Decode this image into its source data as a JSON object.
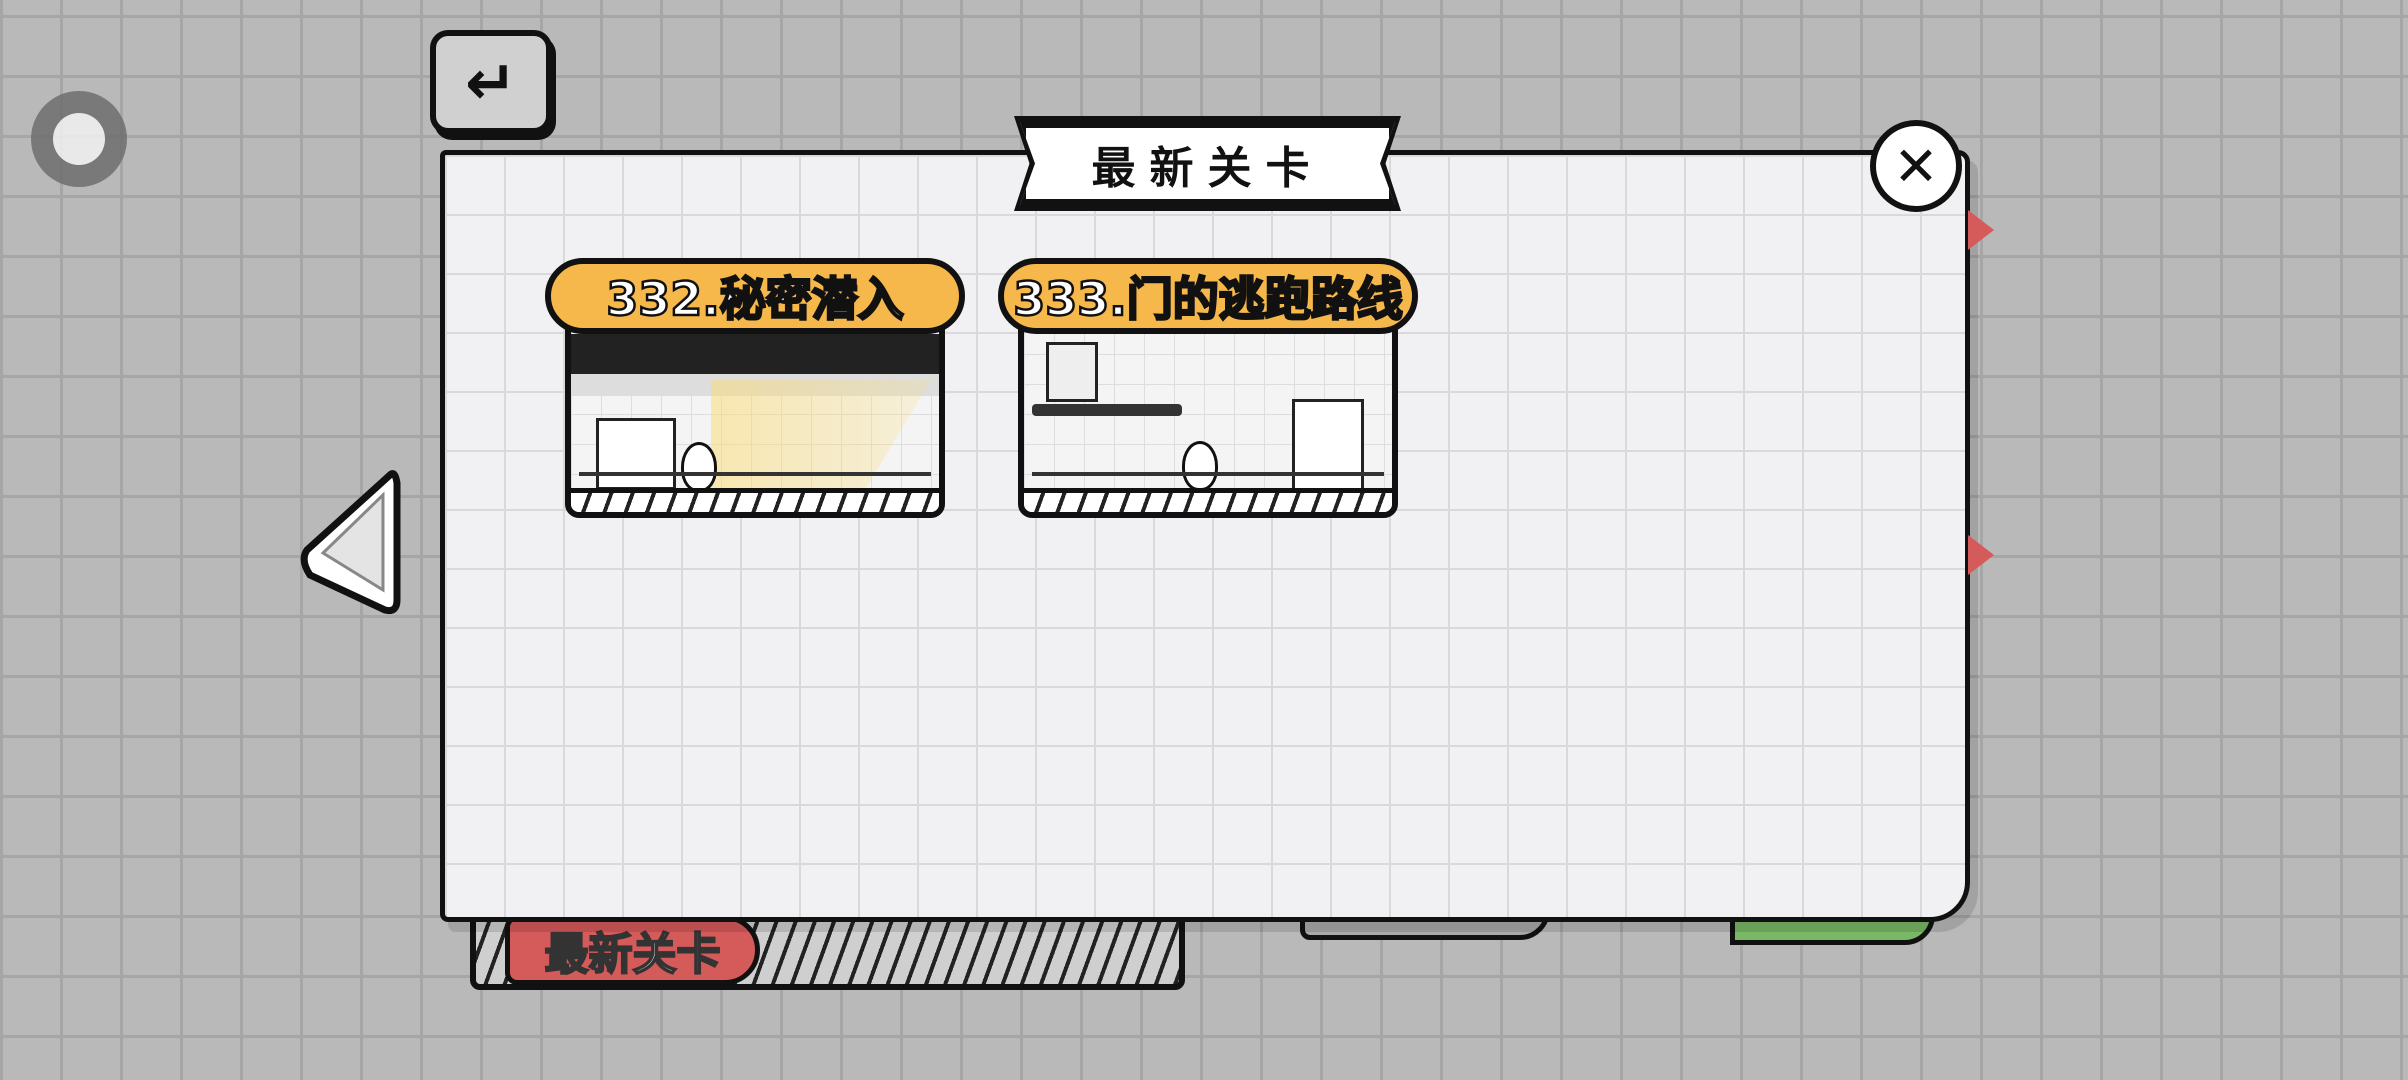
{
  "dialog": {
    "title": "最新关卡",
    "close_icon": "close-icon",
    "levels": [
      {
        "label": "332.秘密潜入"
      },
      {
        "label": "333.门的逃跑路线"
      }
    ]
  },
  "background": {
    "back_icon": "↵",
    "bottom_tab_label": "最新关卡"
  },
  "colors": {
    "label_yellow": "#f7b84b",
    "tab_red": "#d55b5b",
    "tab_green": "#79b866"
  }
}
